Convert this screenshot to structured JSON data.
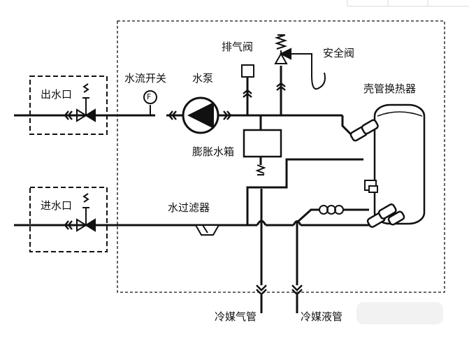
{
  "labels": {
    "outlet": "出水口",
    "inlet": "进水口",
    "flow_switch": "水流开关",
    "flow_switch_symbol": "F",
    "pump": "水泵",
    "exhaust_valve": "排气阀",
    "safety_valve": "安全阀",
    "heat_exchanger": "壳管换热器",
    "expansion_tank": "膨胀水箱",
    "water_filter": "水过滤器",
    "refrigerant_gas_pipe": "冷媒气管",
    "refrigerant_liquid_pipe": "冷媒液管"
  }
}
